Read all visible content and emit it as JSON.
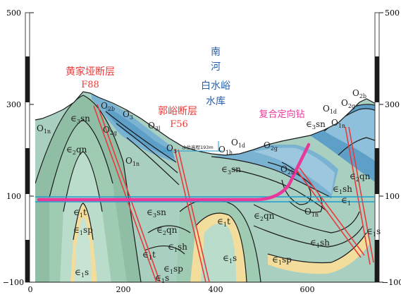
{
  "scale": {
    "left_ticks": [
      "500",
      "300",
      "100",
      "−100"
    ],
    "right_ticks": [
      "500",
      "300",
      "100",
      "−100"
    ],
    "bottom_ticks": [
      "0",
      "200",
      "400",
      "600"
    ]
  },
  "faults": [
    {
      "name": "黄家垭断层",
      "code": "F88",
      "color": "#e83a3a"
    },
    {
      "name": "郭峪断层",
      "code": "F56",
      "color": "#e83a3a"
    }
  ],
  "reservoir": {
    "lines": [
      "南",
      "河",
      "白水峪",
      "水库"
    ],
    "color": "#2c5fa8"
  },
  "water_level_label": "水位高程193m",
  "drill_label": "复合定向钻",
  "colors": {
    "drill": "#e8399a",
    "fault": "#e83a3a",
    "label_blue": "#2c5fa8"
  },
  "strata": [
    {
      "id": "o1n-left",
      "base": "O",
      "sub": "1n"
    },
    {
      "id": "e3sn-crest",
      "base": "∈",
      "sub": "3",
      "suffix": "sn"
    },
    {
      "id": "e2qn-left",
      "base": "∈",
      "sub": "2",
      "suffix": "qn"
    },
    {
      "id": "o2b-top",
      "base": "O",
      "sub": "2b"
    },
    {
      "id": "o3-top",
      "base": "O",
      "sub": "3"
    },
    {
      "id": "o2g-top",
      "base": "O",
      "sub": "2g"
    },
    {
      "id": "o3l",
      "base": "O",
      "sub": "3l"
    },
    {
      "id": "o1n-mid",
      "base": "O",
      "sub": "1n"
    },
    {
      "id": "o3-mid",
      "base": "O",
      "sub": "3"
    },
    {
      "id": "o1h",
      "base": "O",
      "sub": "1h"
    },
    {
      "id": "o1d-mid",
      "base": "O",
      "sub": "1d"
    },
    {
      "id": "e3sn-mid",
      "base": "∈",
      "sub": "3",
      "suffix": "sn"
    },
    {
      "id": "o2g-mid",
      "base": "O",
      "sub": "2g"
    },
    {
      "id": "o2b-right",
      "base": "O",
      "sub": "2b"
    },
    {
      "id": "o2b-r2",
      "base": "O",
      "sub": "2b"
    },
    {
      "id": "o2g-r2",
      "base": "O",
      "sub": "2g"
    },
    {
      "id": "o1d-r2",
      "base": "O",
      "sub": "1d"
    },
    {
      "id": "e3sn-r",
      "base": "∈",
      "sub": "3",
      "suffix": "sn"
    },
    {
      "id": "o1n-r",
      "base": "O",
      "sub": "1n"
    },
    {
      "id": "o1n-low",
      "base": "O",
      "sub": "1n"
    },
    {
      "id": "e1sh-r",
      "base": "∈",
      "sub": "1",
      "suffix": "sh"
    },
    {
      "id": "e2qn-r",
      "base": "∈",
      "sub": "2",
      "suffix": "qn"
    },
    {
      "id": "e1-r",
      "base": "∈",
      "sub": "1"
    },
    {
      "id": "e1s-r",
      "base": "∈",
      "sub": "1",
      "suffix": "s"
    },
    {
      "id": "e1t-left",
      "base": "∈",
      "sub": "1",
      "suffix": "t"
    },
    {
      "id": "e1sp-left",
      "base": "∈",
      "sub": "1",
      "suffix": "sp"
    },
    {
      "id": "e1s-left",
      "base": "∈",
      "sub": "1",
      "suffix": "s"
    },
    {
      "id": "e3sn-low",
      "base": "∈",
      "sub": "3",
      "suffix": "sn"
    },
    {
      "id": "e2qn-low",
      "base": "∈",
      "sub": "2",
      "suffix": "qn"
    },
    {
      "id": "e1t-low",
      "base": "∈",
      "sub": "1",
      "suffix": "t"
    },
    {
      "id": "e1sh-low",
      "base": "∈",
      "sub": "1",
      "suffix": "sh"
    },
    {
      "id": "e1sp-low",
      "base": "∈",
      "sub": "1",
      "suffix": "sp"
    },
    {
      "id": "e1s-low",
      "base": "∈",
      "sub": "1",
      "suffix": "s"
    },
    {
      "id": "e1t-mid",
      "base": "∈",
      "sub": "1",
      "suffix": "t"
    },
    {
      "id": "e2qn-mid",
      "base": "∈",
      "sub": "2",
      "suffix": "qn"
    },
    {
      "id": "e1s-mid",
      "base": "∈",
      "sub": "1",
      "suffix": "s"
    },
    {
      "id": "e1sp-mid",
      "base": "∈",
      "sub": "1",
      "suffix": "sp"
    },
    {
      "id": "e1sh-mid",
      "base": "∈",
      "sub": "1",
      "suffix": "sh"
    }
  ]
}
